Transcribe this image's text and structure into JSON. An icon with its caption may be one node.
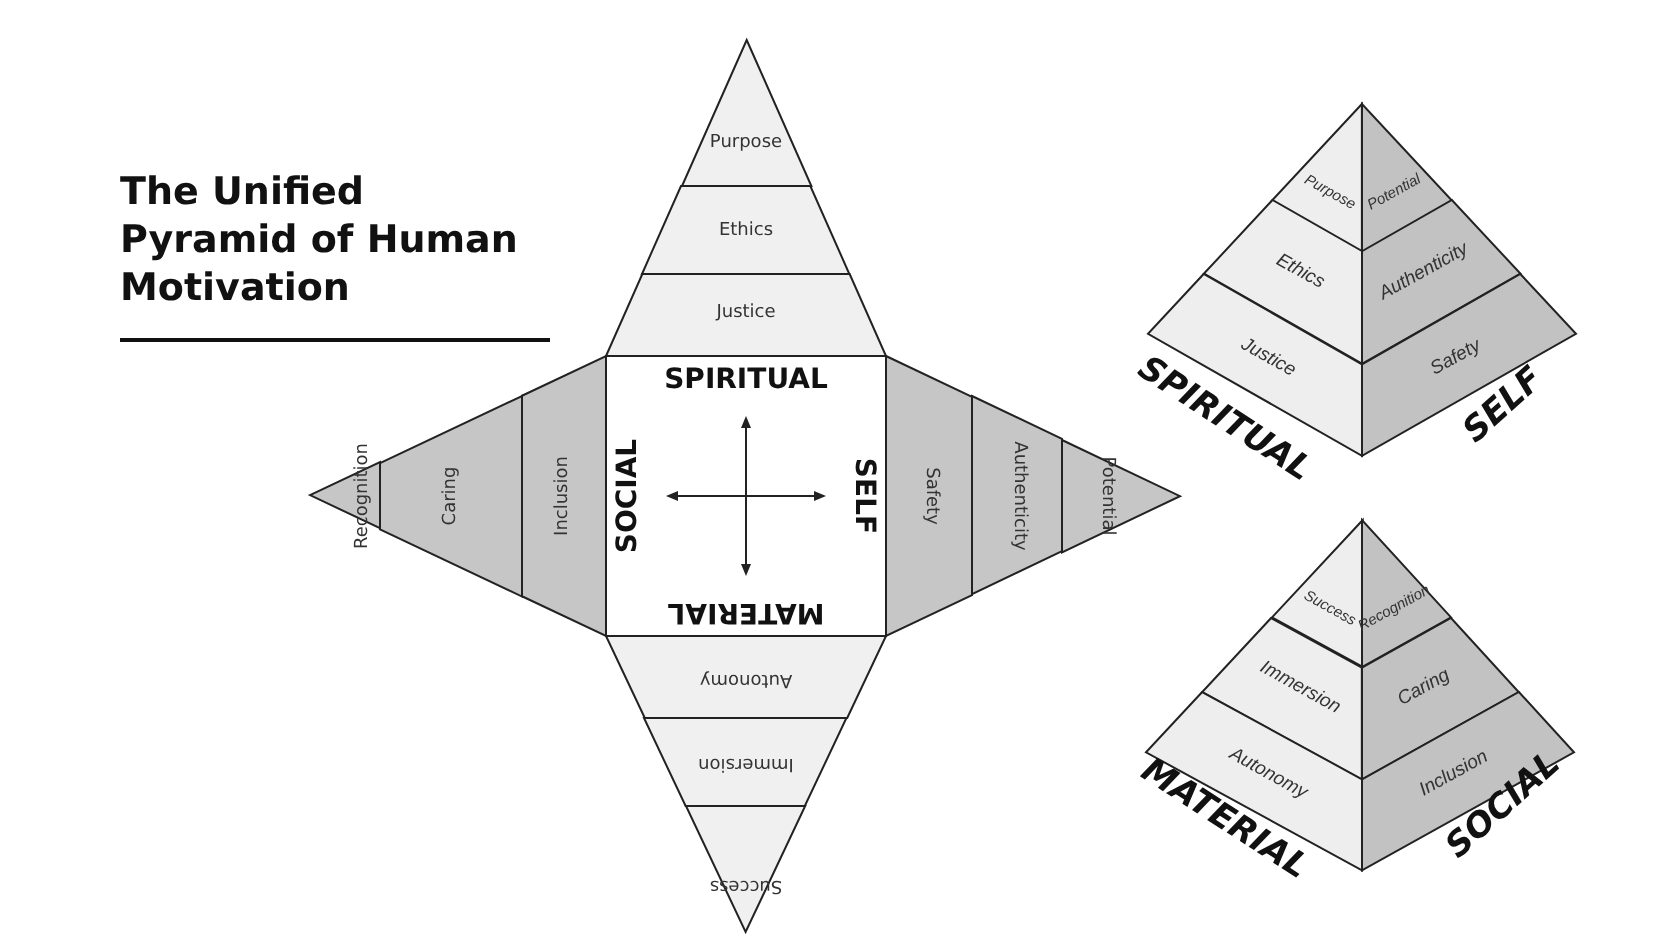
{
  "diagram": {
    "title": "The Unified Pyramid of Human Motivation",
    "nodes": [
      {
        "text": [
          "Purpose"
        ]
      },
      {
        "text": [
          "Ethics"
        ]
      },
      {
        "text": [
          "Justice"
        ]
      },
      {
        "text": [
          "Recognition"
        ]
      },
      {
        "text": [
          "Caring"
        ]
      },
      {
        "text": [
          "Inclusion"
        ]
      },
      {
        "text": [
          "SPIRITUAL",
          "SOCIAL",
          "SELF",
          "MATERIAL"
        ]
      },
      {
        "text": [
          "Safety"
        ]
      },
      {
        "text": [
          "Authenticity"
        ]
      },
      {
        "text": [
          "Potential"
        ]
      },
      {
        "text": [
          "Autonomy"
        ]
      },
      {
        "text": [
          "Immersion"
        ]
      },
      {
        "text": [
          "Success"
        ]
      },
      {
        "text": [
          "Purpose"
        ]
      },
      {
        "text": [
          "Potential"
        ]
      },
      {
        "text": [
          "Ethics"
        ]
      },
      {
        "text": [
          "Authenticity"
        ]
      },
      {
        "text": [
          "Justice"
        ]
      },
      {
        "text": [
          "Safety"
        ]
      },
      {
        "text": [
          "Success"
        ]
      },
      {
        "text": [
          "Recognition"
        ]
      },
      {
        "text": [
          "Immersion"
        ]
      },
      {
        "text": [
          "Caring"
        ]
      },
      {
        "text": [
          "Autonomy"
        ]
      },
      {
        "text": [
          "Inclusion"
        ]
      }
    ],
    "labels": [
      "SPIRITUAL",
      "SELF",
      "MATERIAL",
      "SOCIAL"
    ]
  }
}
